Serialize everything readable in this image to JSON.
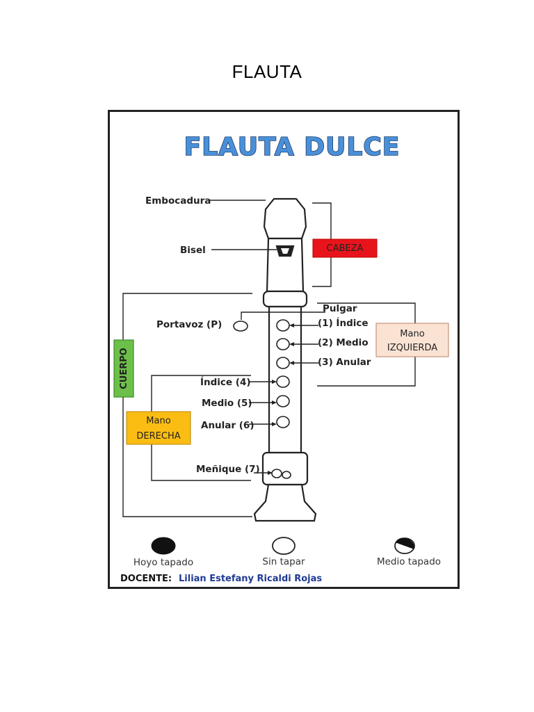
{
  "page": {
    "title": "FLAUTA"
  },
  "diagram": {
    "title": "FLAUTA DULCE",
    "labels": {
      "embocadura": "Embocadura",
      "bisel": "Bisel",
      "portavoz": "Portavoz (P)",
      "pulgar": "Pulgar",
      "indice_izq": "(1) Índice",
      "medio_izq": "(2) Medio",
      "anular_izq": "(3) Anular",
      "indice_der": "Índice (4)",
      "medio_der": "Medio (5)",
      "anular_der": "Anular (6)",
      "menique": "Meñique (7)"
    },
    "boxes": {
      "cabeza": "CABEZA",
      "cuerpo": "CUERPO",
      "mano_izquierda_line1": "Mano",
      "mano_izquierda_line2": "IZQUIERDA",
      "mano_derecha_line1": "Mano",
      "mano_derecha_line2": "DERECHA"
    },
    "legend": {
      "hoyo_tapado": "Hoyo tapado",
      "sin_tapar": "Sin tapar",
      "medio_tapado": "Medio tapado"
    },
    "docente_label": "DOCENTE:",
    "docente_name": "Lilian Estefany Ricaldi Rojas",
    "colors": {
      "cabeza": "#e8141c",
      "cuerpo": "#6cc04a",
      "mano_izquierda": "#fbe3d4",
      "mano_derecha": "#fbbd13",
      "title_fill": "#4a90d9",
      "docente_name": "#1f3a93"
    }
  }
}
